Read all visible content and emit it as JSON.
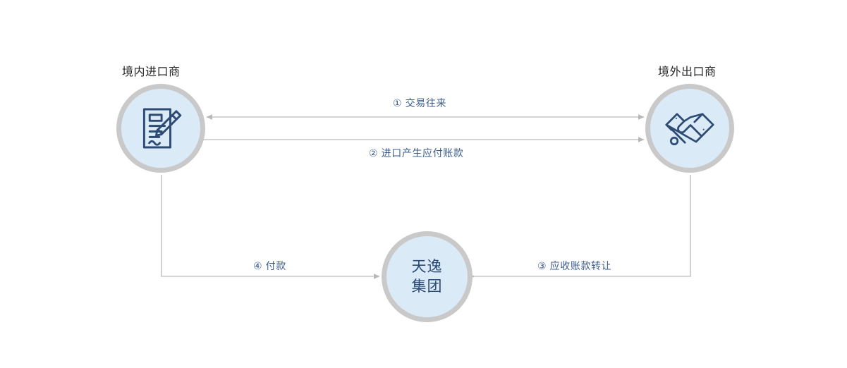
{
  "diagram": {
    "background": "#ffffff",
    "ring_color": "#c9c9c9",
    "node_fill": "#dbeaf7",
    "icon_color": "#2d4b73",
    "line_color": "#c6c6c6",
    "label_color": "#3c5e8f",
    "caption_color": "#262626",
    "node_text_color": "#2b4b77"
  },
  "nodes": {
    "importer": {
      "caption": "境内进口商",
      "icon": "document-with-pen-icon"
    },
    "exporter": {
      "caption": "境外出口商",
      "icon": "handshake-icon"
    },
    "factor": {
      "line1": "天逸",
      "line2": "集团"
    }
  },
  "edges": [
    {
      "id": "edge-1",
      "label": "① 交易往来",
      "from": "importer",
      "to": "exporter",
      "direction": "bidirectional"
    },
    {
      "id": "edge-2",
      "label": "② 进口产生应付账款",
      "from": "importer",
      "to": "exporter",
      "direction": "forward"
    },
    {
      "id": "edge-3",
      "label": "③ 应收账款转让",
      "from": "exporter",
      "to": "factor",
      "direction": "forward"
    },
    {
      "id": "edge-4",
      "label": "④ 付款",
      "from": "importer",
      "to": "factor",
      "direction": "forward"
    }
  ]
}
